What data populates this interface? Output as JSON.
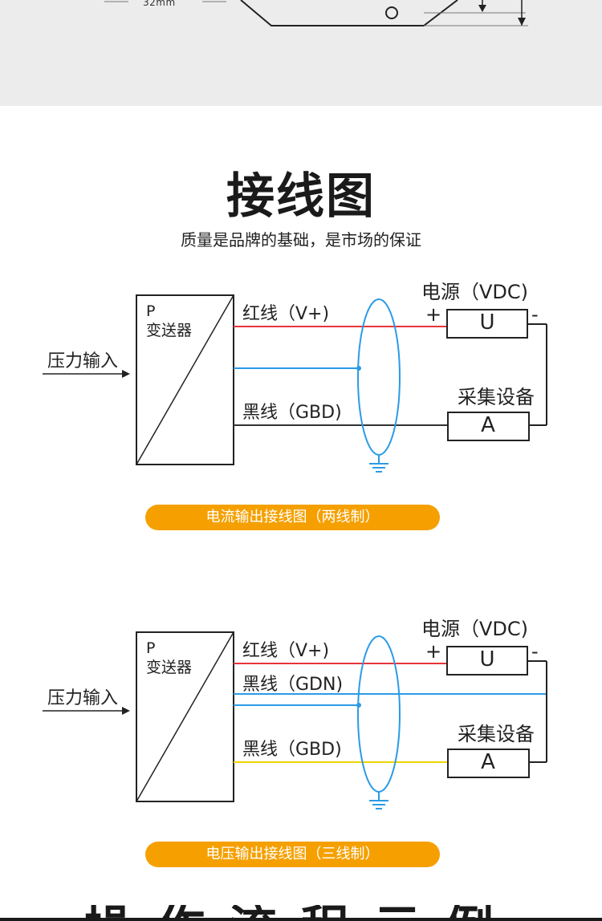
{
  "dimension_label": "32mm",
  "section": {
    "title": "接线图",
    "subtitle": "质量是品牌的基础，是市场的保证"
  },
  "diagram_two_wire": {
    "transmitter_letter": "P",
    "transmitter_name": "变送器",
    "input_label": "压力输入",
    "red_wire_label": "红线（V+)",
    "black_wire_label": "黑线（GBD)",
    "power_label": "电源（VDC)",
    "plus_sign": "+",
    "minus_sign": "-",
    "power_box_letter": "U",
    "device_label": "采集设备",
    "device_box_letter": "A",
    "caption": "电流输出接线图（两线制）",
    "wire_colors": {
      "red": "#e8343a",
      "blue": "#2a9be6",
      "black": "#333333"
    }
  },
  "diagram_three_wire": {
    "transmitter_letter": "P",
    "transmitter_name": "变送器",
    "input_label": "压力输入",
    "red_wire_label": "红线（V+)",
    "gdn_wire_label": "黑线（GDN)",
    "gbd_wire_label": "黑线（GBD)",
    "power_label": "电源（VDC)",
    "plus_sign": "+",
    "minus_sign": "-",
    "power_box_letter": "U",
    "device_label": "采集设备",
    "device_box_letter": "A",
    "caption": "电压输出接线图（三线制）",
    "wire_colors": {
      "red": "#e8343a",
      "blue": "#2a9be6",
      "yellow": "#f2d200"
    }
  },
  "bottom_heading": "操作流程示例"
}
